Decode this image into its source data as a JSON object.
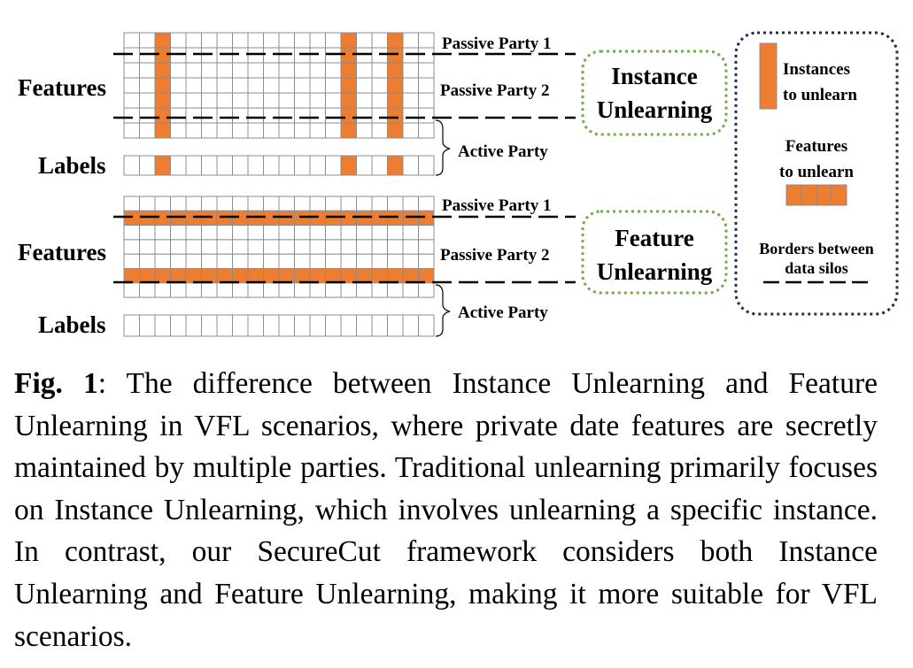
{
  "colors": {
    "highlight": "#ed7d31",
    "grid_line": "#8c8c8c",
    "dashed_border": "#000000",
    "box_green": "#70ad47",
    "box_navy": "#1f2d54"
  },
  "grid": {
    "columns": 20,
    "feature_rows": 7,
    "label_rows": 1
  },
  "instance_panel": {
    "features_label": "Features",
    "labels_label": "Labels",
    "passive_party_1": "Passive Party 1",
    "passive_party_2": "Passive Party 2",
    "active_party": "Active Party",
    "unlearn_columns": [
      2,
      14,
      17
    ],
    "box_title_line1": "Instance",
    "box_title_line2": "Unlearning"
  },
  "feature_panel": {
    "features_label": "Features",
    "labels_label": "Labels",
    "passive_party_1": "Passive Party 1",
    "passive_party_2": "Passive Party 2",
    "active_party": "Active Party",
    "unlearn_rows": [
      1,
      5
    ],
    "box_title_line1": "Feature",
    "box_title_line2": "Unlearning"
  },
  "legend": {
    "instances_line1": "Instances",
    "instances_line2": "to unlearn",
    "features_line1": "Features",
    "features_line2": "to unlearn",
    "borders_line1": "Borders between",
    "borders_line2": "data silos"
  },
  "caption": {
    "label": "Fig. 1",
    "text": ": The difference between Instance Unlearning and Feature Unlearning in VFL scenarios, where private date features are secretly maintained by multiple parties. Traditional unlearning primarily focuses on Instance Unlearning, which involves unlearning a specific instance. In contrast, our SecureCut framework considers both Instance Unlearning and Feature Unlearning, making it more suitable for VFL scenarios."
  }
}
